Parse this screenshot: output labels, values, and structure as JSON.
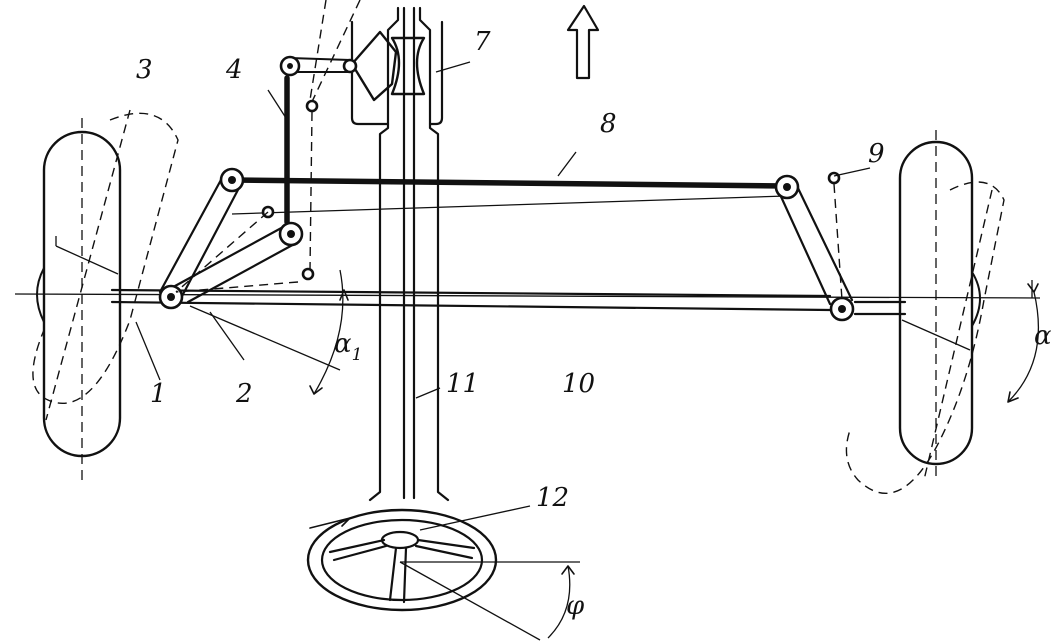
{
  "labels": {
    "n1": "1",
    "n2": "2",
    "n3": "3",
    "n4": "4",
    "n7": "7",
    "n8": "8",
    "n9": "9",
    "n10": "10",
    "n11": "11",
    "n12": "12",
    "alpha1_main": "α",
    "alpha1_sub": "1",
    "alpha": "α",
    "phi": "φ"
  }
}
